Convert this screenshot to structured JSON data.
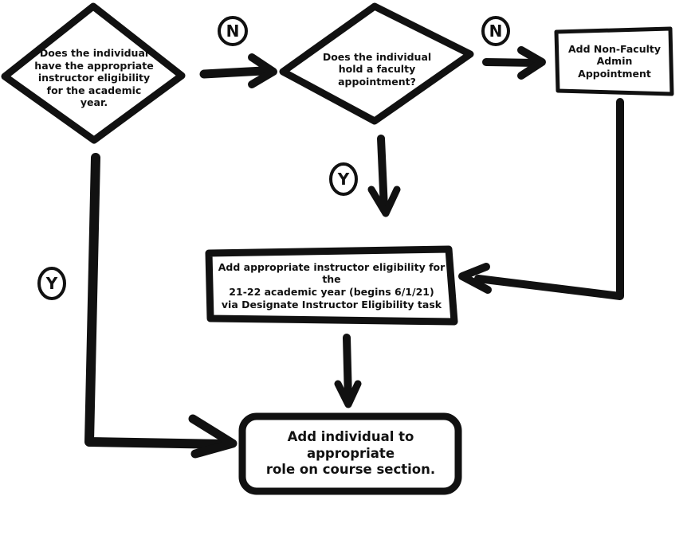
{
  "nodes": {
    "q1": {
      "lines": [
        "Does the individual",
        "have the appropriate",
        "instructor eligibility",
        "for the academic",
        "year."
      ]
    },
    "q2": {
      "lines": [
        "Does the individual",
        "hold a faculty",
        "appointment?"
      ]
    },
    "admin": {
      "lines": [
        "Add Non-Faculty",
        "Admin",
        "Appointment"
      ]
    },
    "eligibility": {
      "lines": [
        "Add appropriate instructor eligibility for the",
        "21-22 academic year (begins 6/1/21)",
        "via Designate Instructor Eligibility task"
      ]
    },
    "final": {
      "lines": [
        "Add individual to appropriate",
        "role on course section."
      ]
    }
  },
  "edges": {
    "q1_no": "N",
    "q2_no": "N",
    "q2_yes": "Y",
    "q1_yes": "Y"
  },
  "colors": {
    "stroke": "#111111",
    "fill": "#ffffff"
  }
}
